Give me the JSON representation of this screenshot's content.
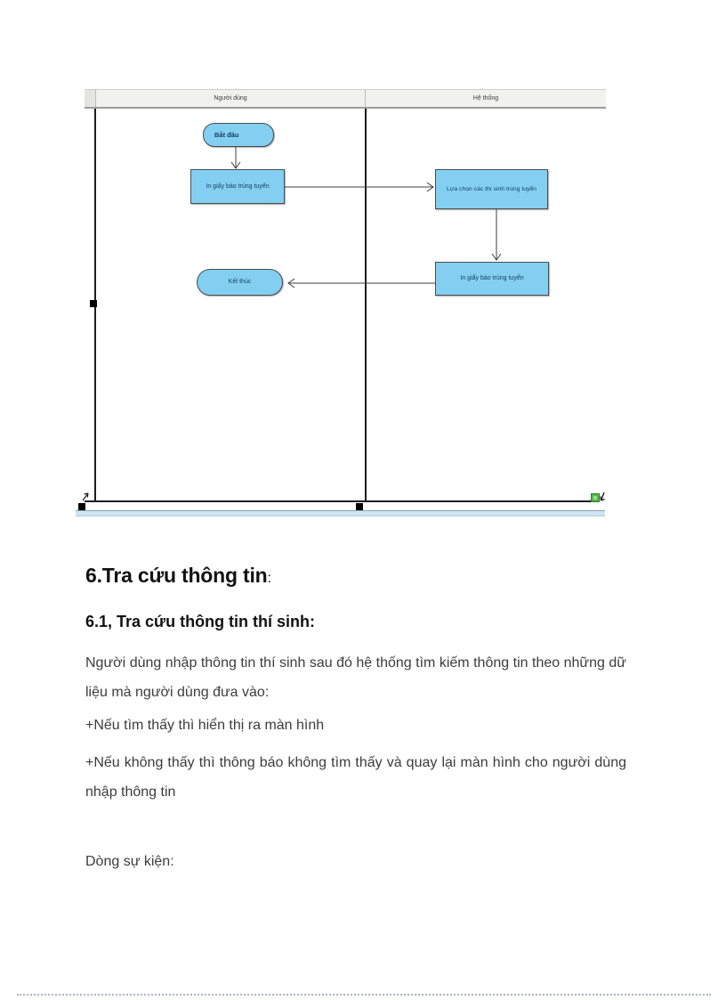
{
  "document": {
    "heading1": "6.Tra cứu thông tin",
    "heading1_suffix": ":",
    "heading2": "6.1, Tra cứu thông tin thí sinh:",
    "paragraph1": "Người dùng nhập thông tin thí sinh sau đó hệ thống tìm kiếm thông tin theo những dữ liệu mà người dùng đưa vào:",
    "bullet1": "+Nếu tìm thấy thì hiển thị ra màn hình",
    "bullet2": "+Nếu không thấy thì thông báo không tìm thấy và quay lại màn hình cho người dùng nhập thông tin",
    "events_label": "Dòng sự kiện:"
  },
  "diagram": {
    "type": "activity-swimlane",
    "lanes": [
      {
        "label": "Người dùng"
      },
      {
        "label": "Hệ thống"
      }
    ],
    "nodes": {
      "start": {
        "label": "Bắt đầu",
        "shape": "rounded",
        "lane": "Người dùng"
      },
      "print_user": {
        "label": "In giấy báo trúng tuyển",
        "shape": "rect",
        "lane": "Người dùng"
      },
      "select_candidates": {
        "label": "Lựa chọn các thí sinh trúng tuyển",
        "shape": "rect",
        "lane": "Hệ thống"
      },
      "print_system": {
        "label": "In giấy báo trúng tuyển",
        "shape": "rect",
        "lane": "Hệ thống"
      },
      "end": {
        "label": "Kết thúc",
        "shape": "rounded",
        "lane": "Người dùng"
      }
    },
    "edges": [
      {
        "from": "start",
        "to": "print_user"
      },
      {
        "from": "print_user",
        "to": "select_candidates"
      },
      {
        "from": "select_candidates",
        "to": "print_system"
      },
      {
        "from": "print_system",
        "to": "end"
      }
    ],
    "icons": [
      "pointer-cursor-icon",
      "resize-handle-icon",
      "selection-handle"
    ],
    "colors": {
      "node_fill": "#82cff2",
      "node_border": "#4c4c4c",
      "node_text": "#1c3e60",
      "lane_header_bg": "#f1f1ef",
      "lane_line": "#1c1c1c",
      "scrollbar": "#cfe5f2",
      "resize_icon_green": "#52b848"
    }
  }
}
